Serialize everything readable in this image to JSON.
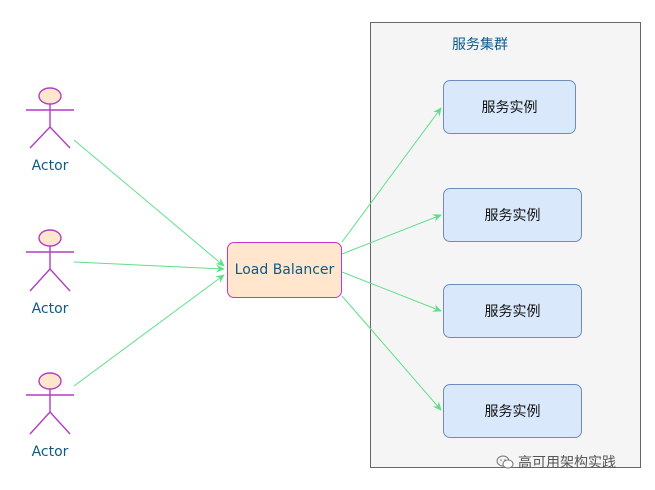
{
  "diagram": {
    "cluster_title": "服务集群",
    "load_balancer_label": "Load Balancer",
    "actors": [
      {
        "label": "Actor"
      },
      {
        "label": "Actor"
      },
      {
        "label": "Actor"
      }
    ],
    "instances": [
      {
        "label": "服务实例"
      },
      {
        "label": "服务实例"
      },
      {
        "label": "服务实例"
      },
      {
        "label": "服务实例"
      }
    ],
    "colors": {
      "edge": "#5ee08a",
      "actor_stroke": "#b03fc2",
      "actor_head_fill": "#ffe6cc",
      "lb_fill": "#ffe6cc",
      "lb_stroke": "#c139c9",
      "instance_fill": "#dae8fc",
      "instance_stroke": "#6c8ebf",
      "cluster_fill": "#f5f5f5",
      "cluster_stroke": "#666666",
      "label_text": "#0e5a8a"
    }
  },
  "watermark": {
    "icon": "wechat-icon",
    "text": "高可用架构实践"
  }
}
